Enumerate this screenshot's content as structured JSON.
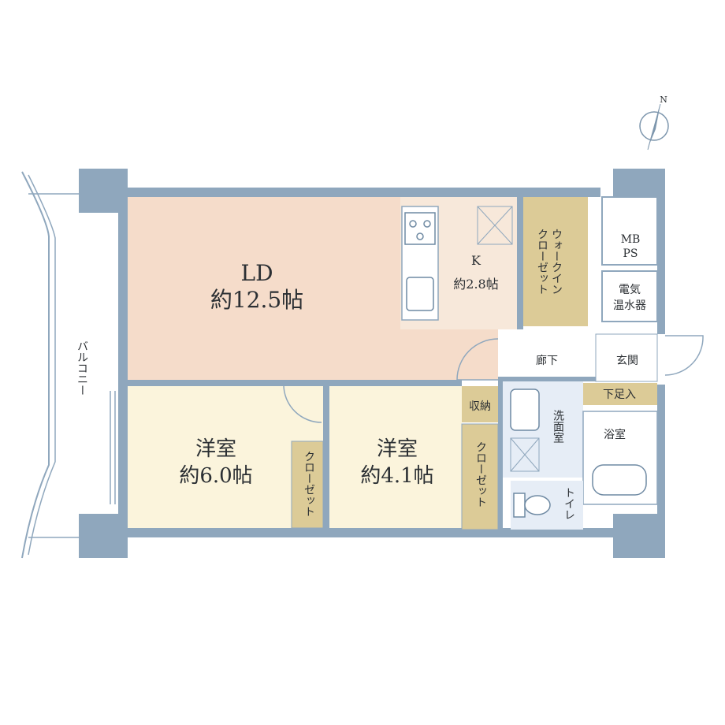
{
  "colors": {
    "wall": "#8fa7bd",
    "wall_dark": "#7d96ad",
    "ld": "#f5dcca",
    "kitchen": "#f7e8da",
    "bedroom": "#fbf4dc",
    "closet": "#dccb97",
    "wet": "#e6edf6",
    "white": "#ffffff",
    "line": "#6f8aa3"
  },
  "icons": {
    "compass": "compass-icon",
    "stove": "stove-icon",
    "sink": "sink-icon",
    "toilet": "toilet-icon",
    "bathtub": "bathtub-icon",
    "washbasin": "washbasin-icon"
  },
  "compass": {
    "label": "N"
  },
  "rooms": {
    "ld": {
      "name": "LD",
      "size": "約12.5帖"
    },
    "kitchen": {
      "name": "K",
      "size": "約2.8帖"
    },
    "walkin": {
      "line1": "ウォークイン",
      "line2": "クローゼット"
    },
    "mbps": {
      "line1": "MB",
      "line2": "PS"
    },
    "heater": {
      "line1": "電気",
      "line2": "温水器"
    },
    "hallway": {
      "name": "廊下"
    },
    "entrance": {
      "name": "玄関"
    },
    "shoebox": {
      "name": "下足入"
    },
    "storage": {
      "name": "収納"
    },
    "washroom": {
      "name": "洗面室"
    },
    "bathroom": {
      "name": "浴室"
    },
    "toilet": {
      "name": "トイレ"
    },
    "bedroom1": {
      "name": "洋室",
      "size": "約6.0帖",
      "closet": "クローゼット"
    },
    "bedroom2": {
      "name": "洋室",
      "size": "約4.1帖",
      "closet": "クローゼット"
    },
    "balcony": {
      "name": "バルコニー"
    }
  }
}
